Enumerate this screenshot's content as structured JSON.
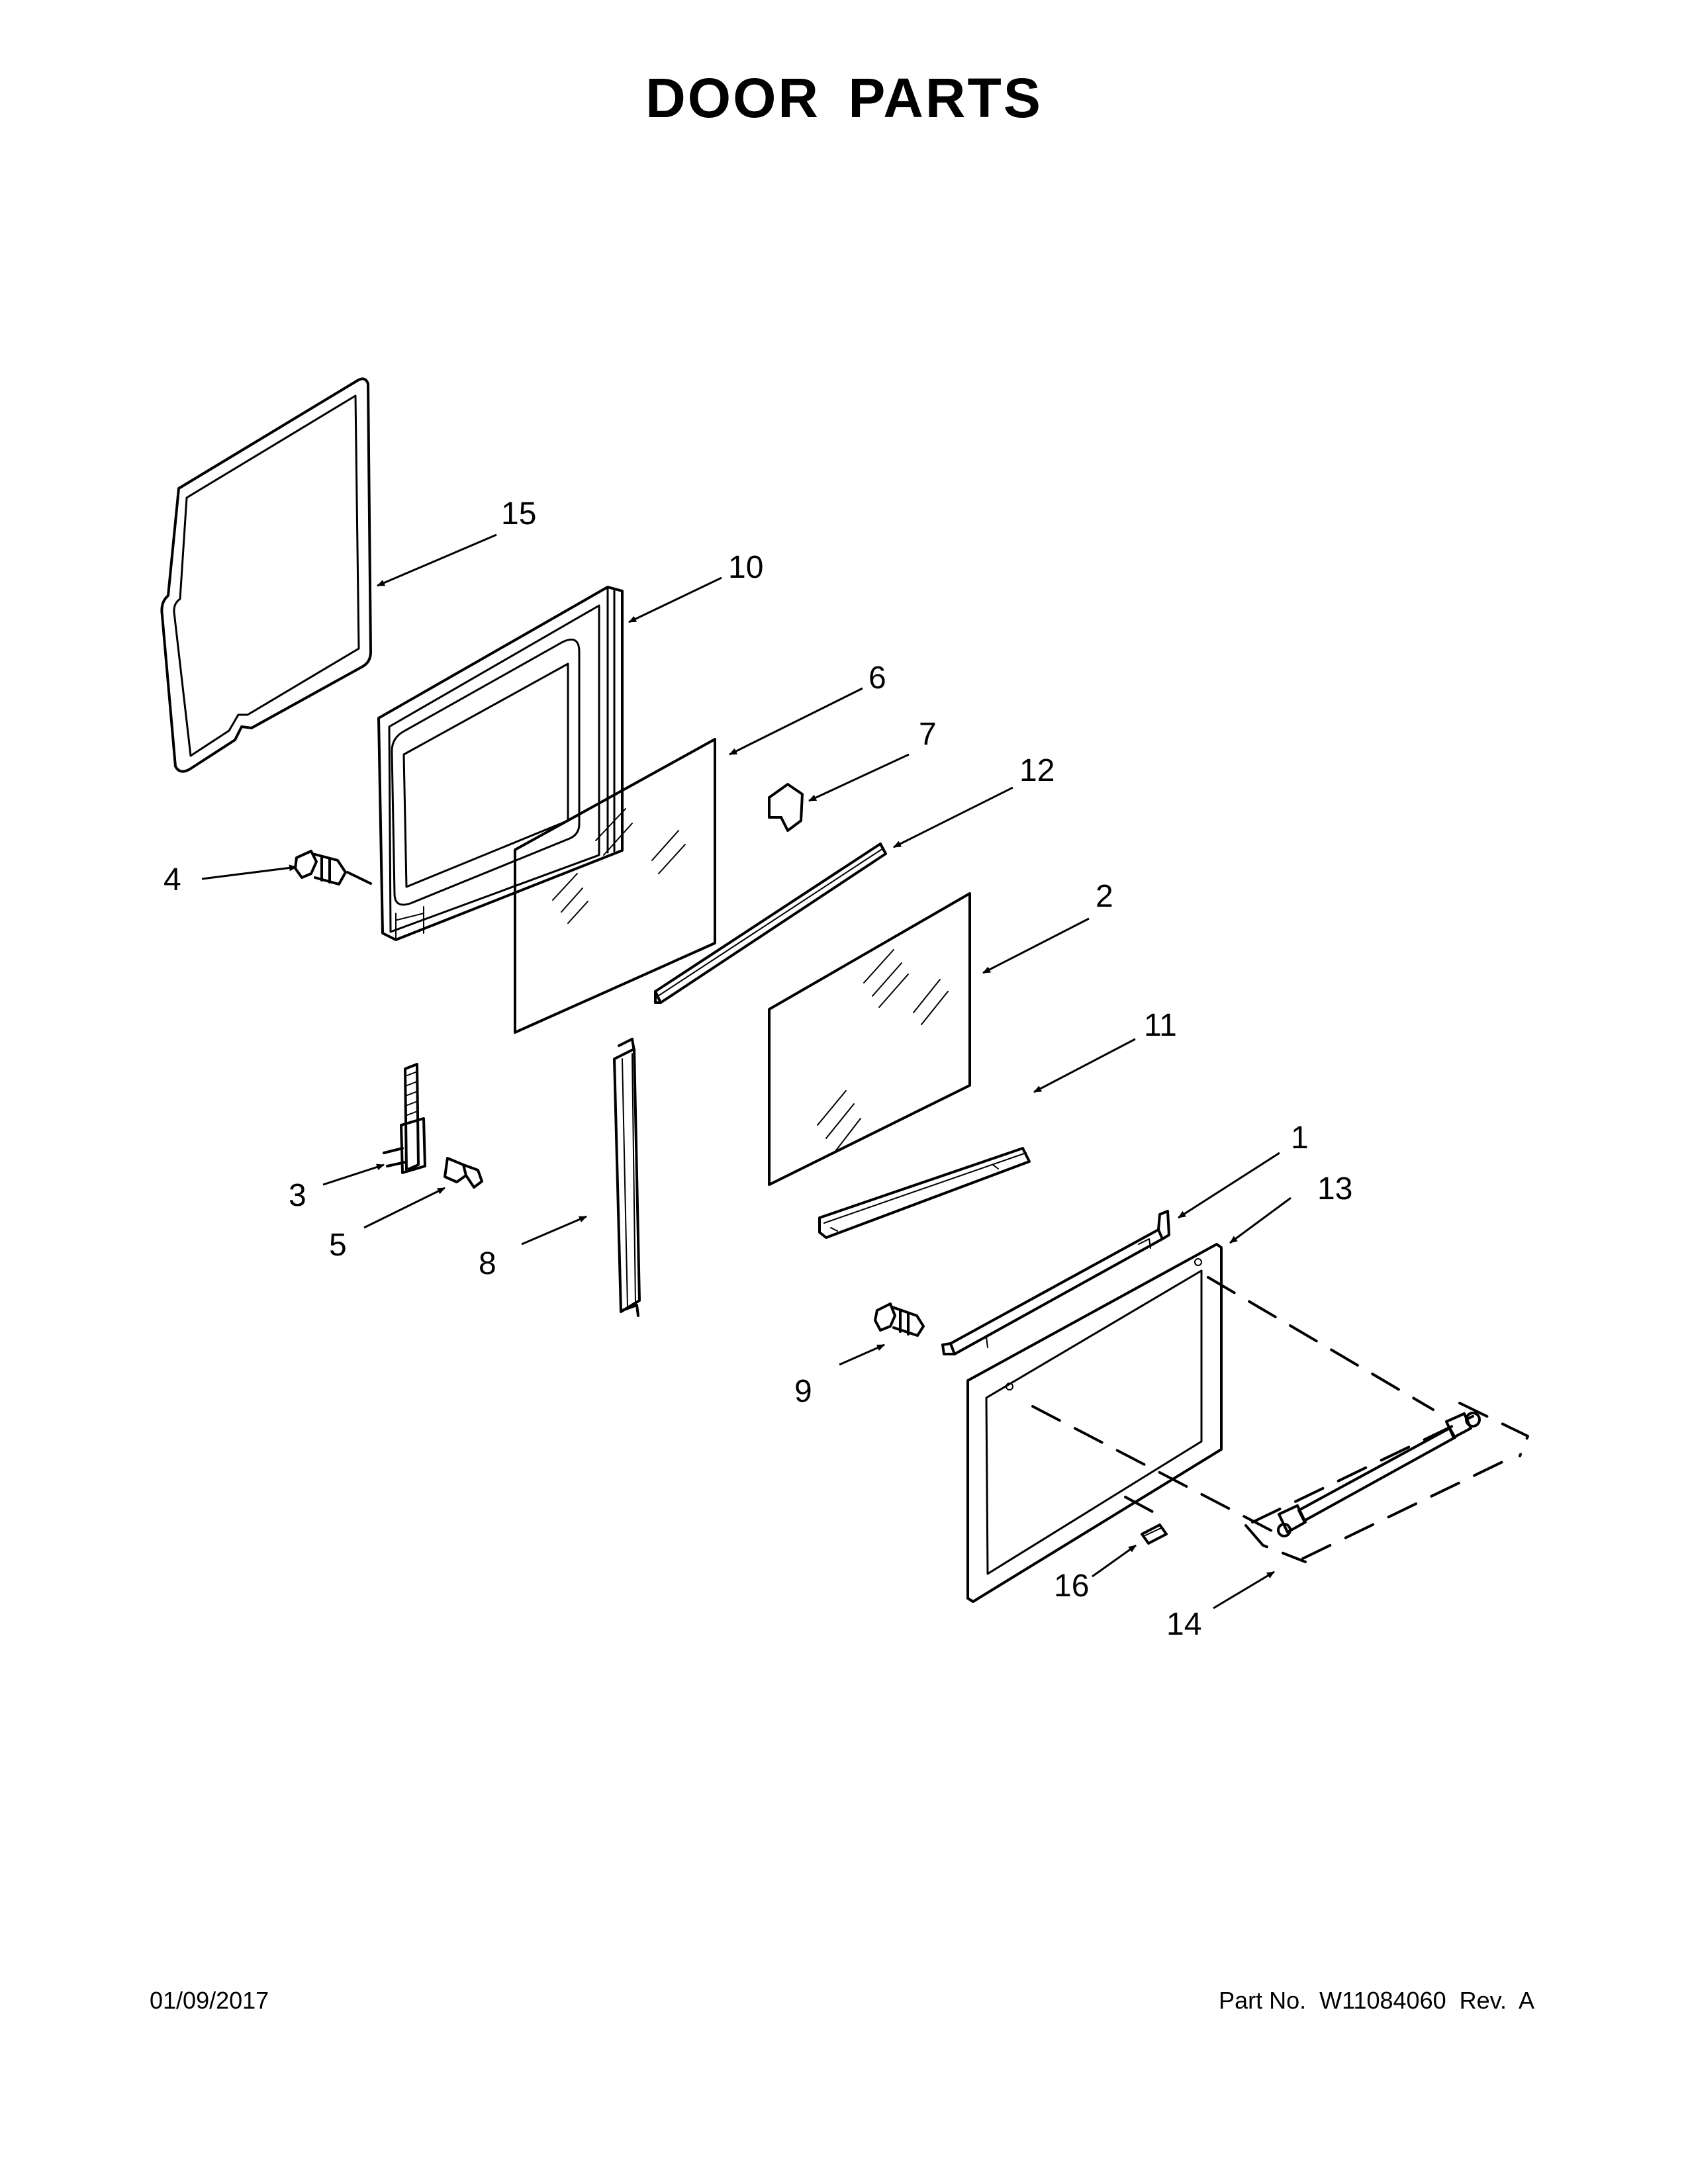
{
  "title": "DOOR PARTS",
  "callouts": {
    "c1": "1",
    "c2": "2",
    "c3": "3",
    "c4": "4",
    "c5": "5",
    "c6": "6",
    "c7": "7",
    "c8": "8",
    "c9": "9",
    "c10": "10",
    "c11": "11",
    "c12": "12",
    "c13": "13",
    "c14": "14",
    "c15": "15",
    "c16": "16"
  },
  "footer": {
    "date": "01/09/2017",
    "part_no": "Part No.  W11084060  Rev.  A"
  }
}
